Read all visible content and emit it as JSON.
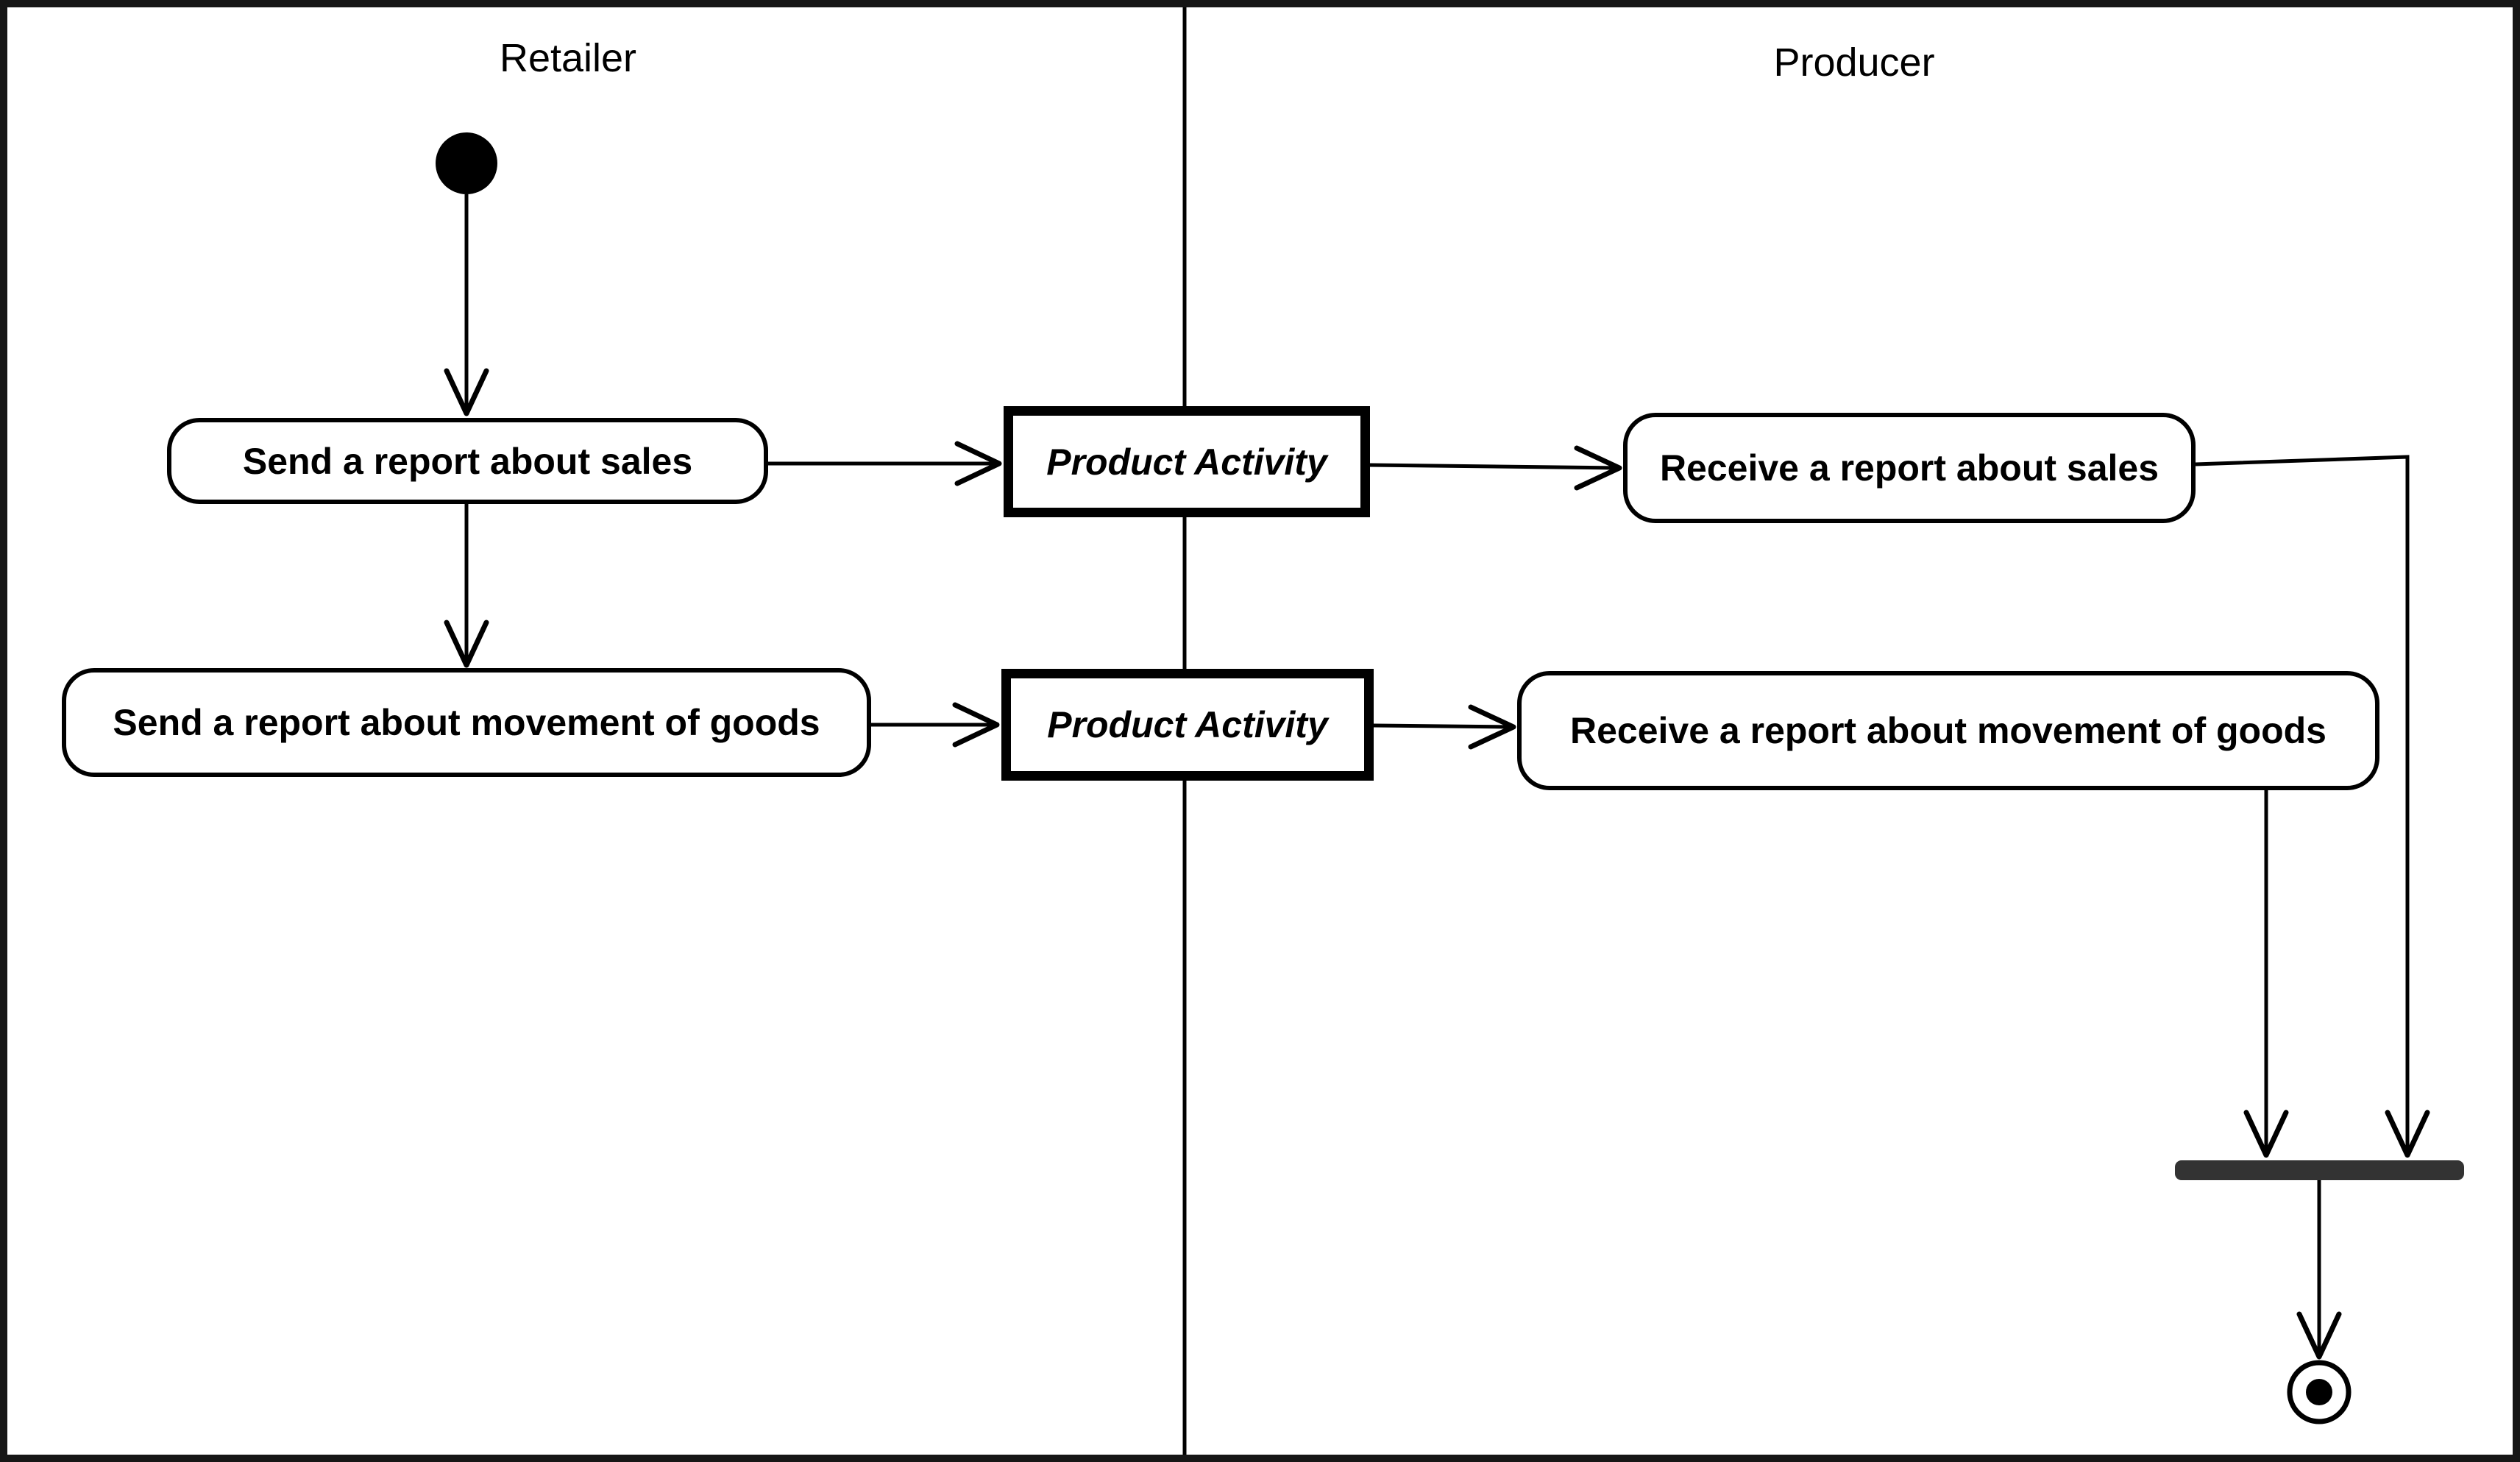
{
  "diagram_type": "uml-activity-diagram",
  "lanes": [
    {
      "title": "Retailer"
    },
    {
      "title": "Producer"
    }
  ],
  "nodes": {
    "send_sales": {
      "label": "Send a report about sales"
    },
    "product_activity_1": {
      "label": "Product Activity"
    },
    "receive_sales": {
      "label": "Receive a report about sales"
    },
    "send_goods": {
      "label": "Send a report about movement of goods"
    },
    "product_activity_2": {
      "label": "Product Activity"
    },
    "receive_goods": {
      "label": "Receive a report about movement of goods"
    }
  },
  "symbols": {
    "initial_node": "filled-circle",
    "join_bar": "horizontal-synchronization-bar",
    "final_node": "bullseye-circle"
  },
  "colors": {
    "ink": "#000000",
    "bg": "#ffffff",
    "frame": "#161616",
    "joinbar": "#333333"
  }
}
